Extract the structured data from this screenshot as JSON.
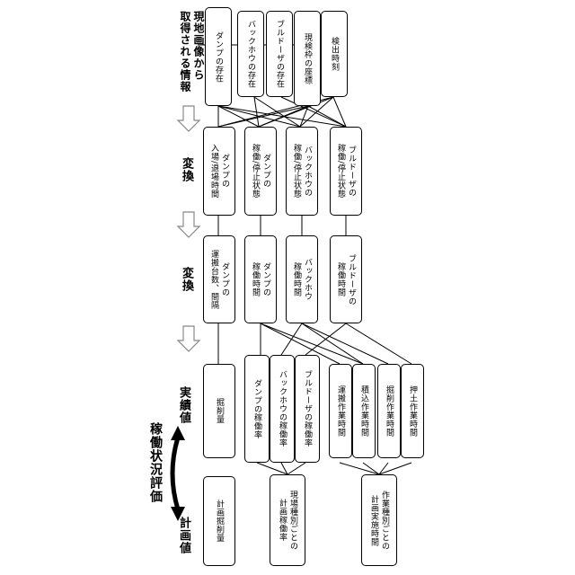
{
  "headers": {
    "info_title": "現地画像から\n取得される情報",
    "convert1": "変換",
    "convert2": "変換",
    "actual": "実績値",
    "plan": "計画値",
    "evaluation": "稼働状況評価"
  },
  "row1": {
    "dump_exist": "ダンプの存在",
    "backhoe_exist": "バックホウの存在",
    "bulldozer_exist": "ブルドーザの存在",
    "frame_coord": "現検枠の座標",
    "detect_time": "検出時刻"
  },
  "row2": {
    "dump_entry_time": "ダンプの\n入場/退場時間",
    "dump_state": "ダンプの\n稼働/停止状態",
    "backhoe_state": "バックホウの\n稼働/停止状態",
    "bulldozer_state": "ブルドーザの\n稼働/停止状態"
  },
  "row3": {
    "dump_trips": "ダンプの\n運搬台数、間隔",
    "dump_op_time": "ダンプの\n稼働時間",
    "backhoe_op_time": "バックホウ\n稼働時間",
    "bulldozer_op_time": "ブルドーザの\n稼働時間"
  },
  "row4": {
    "excavation_amount": "掘削量",
    "dump_rate": "ダンプの稼働率",
    "backhoe_rate": "バックホウの稼働率",
    "bulldozer_rate": "ブルドーザの稼働率",
    "transport_time": "運搬作業時間",
    "loading_time": "積込作業時間",
    "excavation_time": "掘削作業時間",
    "pushing_time": "押土作業時間"
  },
  "row5": {
    "planned_excavation": "計画掘削量",
    "planned_rate": "現場種別ごとの\n計画稼働率",
    "planned_work_time": "作業種別ごとの\n計画実施時間"
  }
}
